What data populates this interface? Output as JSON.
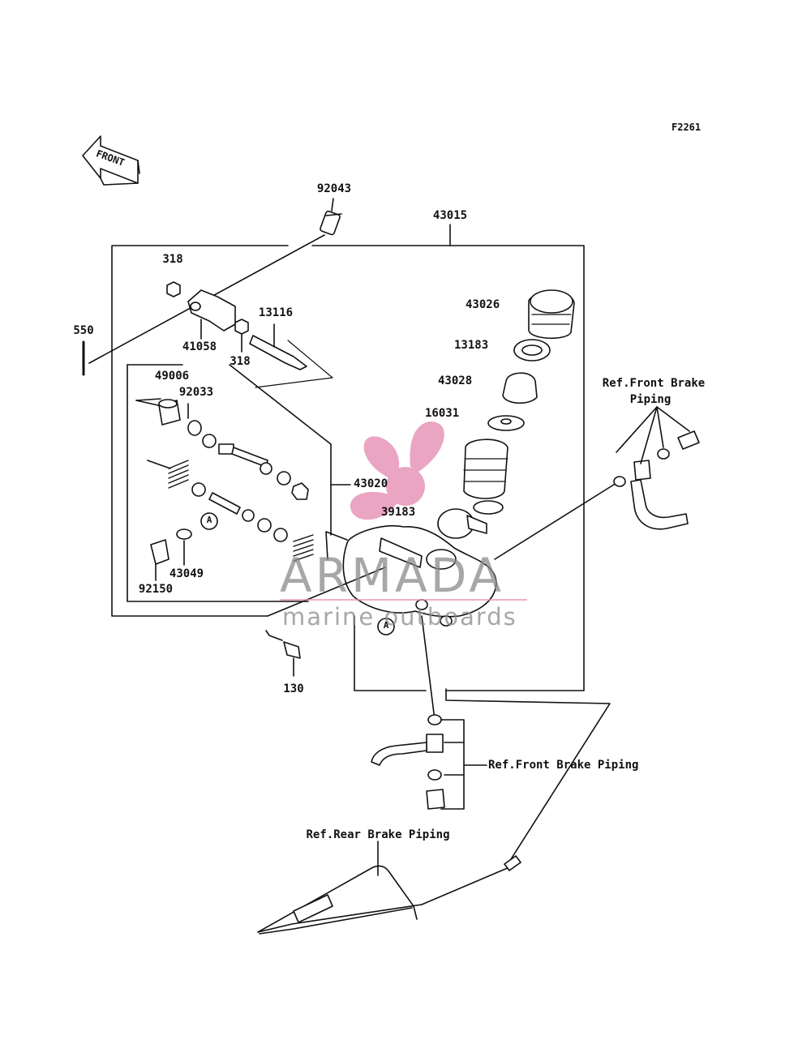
{
  "diagram": {
    "code": "F2261",
    "front_label": "FRONT",
    "circle_marker": "A",
    "parts": {
      "p92043": "92043",
      "p43015": "43015",
      "p318a": "318",
      "p318b": "318",
      "p550": "550",
      "p41058": "41058",
      "p13116": "13116",
      "p43026": "43026",
      "p13183": "13183",
      "p43028": "43028",
      "p16031": "16031",
      "p49006": "49006",
      "p92033": "92033",
      "p43020": "43020",
      "p39183": "39183",
      "p43049": "43049",
      "p92150": "92150",
      "p130": "130"
    },
    "refs": {
      "front_brake_line1": "Ref.Front Brake",
      "front_brake_line2": "Piping",
      "front_brake_piping": "Ref.Front Brake Piping",
      "rear_brake_piping": "Ref.Rear Brake Piping"
    }
  },
  "watermark": {
    "brand": "ARMADA",
    "tagline": "marine outboards",
    "logo_color": "#e58fb4"
  }
}
